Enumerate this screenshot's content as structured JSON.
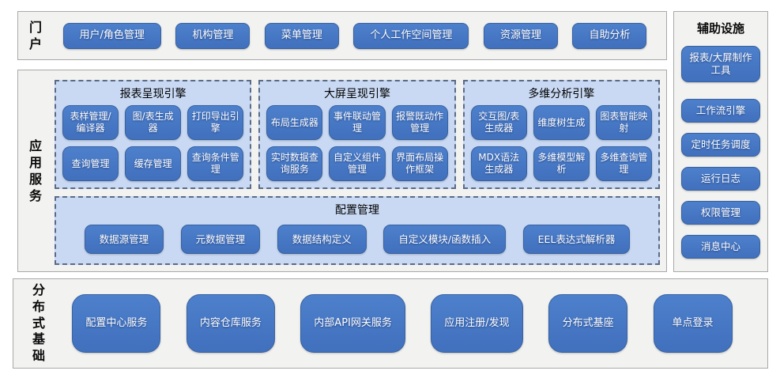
{
  "portal": {
    "label": "门户",
    "items": [
      "用户/角色管理",
      "机构管理",
      "菜单管理",
      "个人工作空间管理",
      "资源管理",
      "自助分析"
    ]
  },
  "app_services": {
    "label": "应用服务",
    "engines": [
      {
        "title": "报表呈现引擎",
        "items": [
          "表样管理/编译器",
          "图/表生成器",
          "打印导出引擎",
          "查询管理",
          "缓存管理",
          "查询条件管理"
        ]
      },
      {
        "title": "大屏呈现引擎",
        "items": [
          "布局生成器",
          "事件联动管理",
          "报警既动作管理",
          "实时数据查询服务",
          "自定义组件管理",
          "界面布局操作框架"
        ]
      },
      {
        "title": "多维分析引擎",
        "items": [
          "交互图/表生成器",
          "维度树生成",
          "图表智能映射",
          "MDX语法生成器",
          "多维模型解析",
          "多维查询管理"
        ]
      }
    ],
    "config": {
      "title": "配置管理",
      "items": [
        "数据源管理",
        "元数据管理",
        "数据结构定义",
        "自定义模块/函数插入",
        "EEL表达式解析器"
      ]
    }
  },
  "auxiliary": {
    "label": "辅助设施",
    "items": [
      "报表/大屏制作工具",
      "工作流引擎",
      "定时任务调度",
      "运行日志",
      "权限管理",
      "消息中心"
    ]
  },
  "foundation": {
    "label": "分布式基础",
    "items": [
      "配置中心服务",
      "内容仓库服务",
      "内部API网关服务",
      "应用注册/发现",
      "分布式基座",
      "单点登录"
    ]
  },
  "colors": {
    "button_blue": "#4677C8",
    "button_border": "#38619F",
    "panel_light_blue": "#C9D9F3",
    "panel_dashed_border": "#5B6B87",
    "section_gray": "#F2F2F0",
    "section_border": "#A9A9A9"
  }
}
